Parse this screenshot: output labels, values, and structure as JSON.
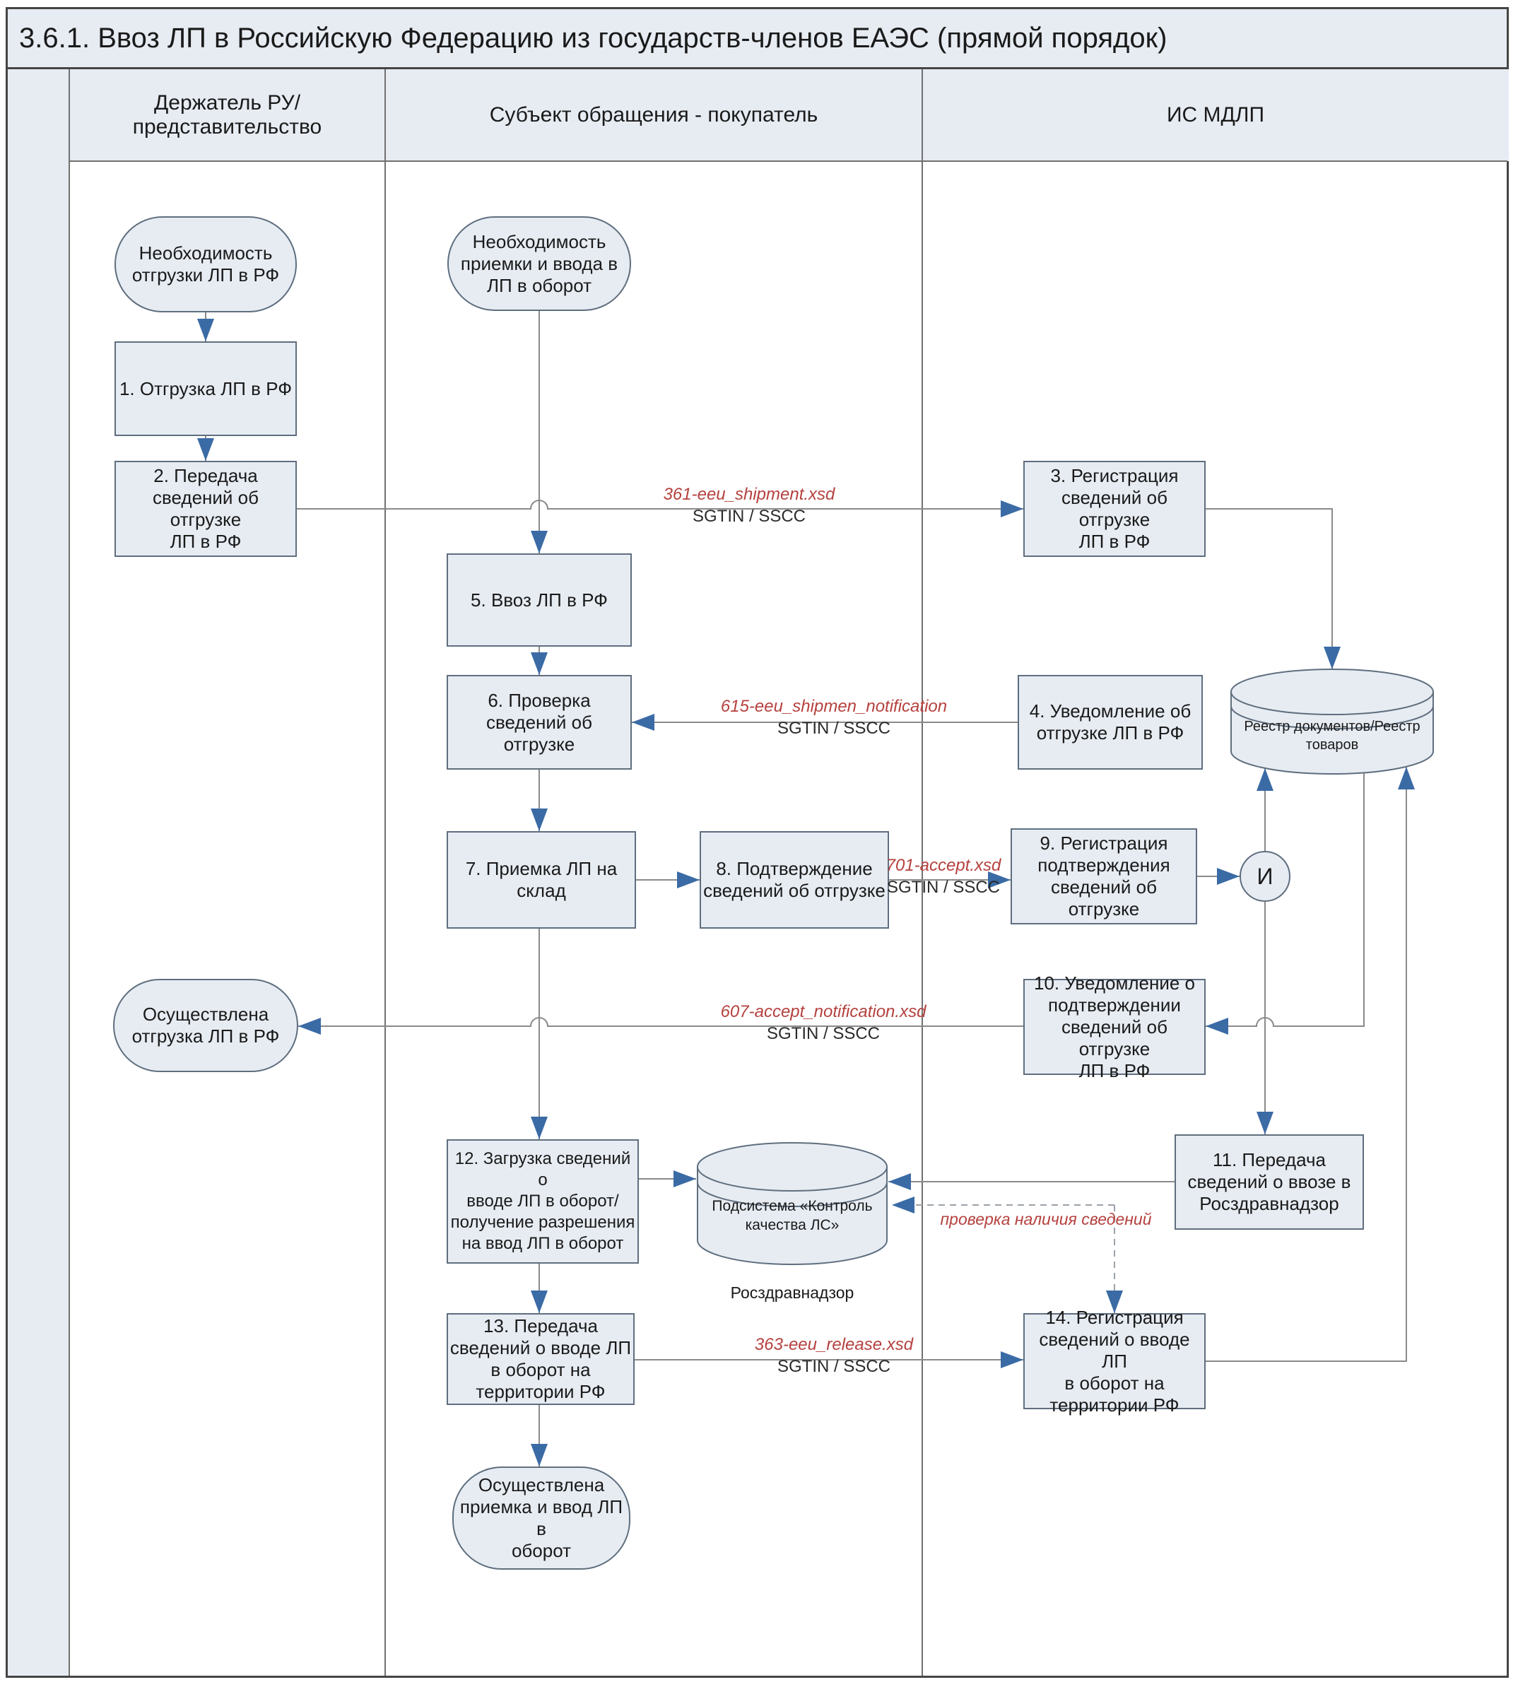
{
  "title": "3.6.1. Ввоз ЛП в Российскую Федерацию из государств-членов ЕАЭС (прямой порядок)",
  "lanes": [
    {
      "label": "Держатель РУ/\nпредставительство"
    },
    {
      "label": "Субъект обращения - покупатель"
    },
    {
      "label": "ИС МДЛП"
    }
  ],
  "nodes": {
    "start_shipping_need": {
      "label": "Необходимость\nотгрузки ЛП в РФ"
    },
    "task1": {
      "label": "1. Отгрузка ЛП в РФ"
    },
    "task2": {
      "label": "2. Передача\nсведений об отгрузке\nЛП в РФ"
    },
    "end_shipping_done": {
      "label": "Осуществлена\nотгрузка ЛП в РФ"
    },
    "start_accept_need": {
      "label": "Необходимость\nприемки и ввода в\nЛП в оборот"
    },
    "task5": {
      "label": "5. Ввоз ЛП в РФ"
    },
    "task6": {
      "label": "6. Проверка\nсведений об отгрузке"
    },
    "task7": {
      "label": "7. Приемка ЛП на\nсклад"
    },
    "task8": {
      "label": "8. Подтверждение\nсведений об отгрузке"
    },
    "task12": {
      "label": "12. Загрузка сведений о\nвводе ЛП в оборот/\nполучение разрешения\nна ввод ЛП в оборот"
    },
    "task13": {
      "label": "13. Передача\nсведений о вводе ЛП\nв оборот на\nтерритории РФ"
    },
    "end_accept_done": {
      "label": "Осуществлена\nприемка и ввод ЛП в\nоборот"
    },
    "kk_subsystem": {
      "label": "Подсистема «Контроль\nкачества ЛС»",
      "caption": "Росздравнадзор"
    },
    "task3": {
      "label": "3. Регистрация\nсведений об отгрузке\nЛП в РФ"
    },
    "task4": {
      "label": "4. Уведомление об\nотгрузке ЛП в РФ"
    },
    "registry": {
      "label": "Реестр документов/Реестр\nтоваров"
    },
    "task9": {
      "label": "9. Регистрация\nподтверждения\nсведений об отгрузке"
    },
    "and_gate": {
      "label": "И"
    },
    "task10": {
      "label": "10. Уведомление о\nподтверждении\nсведений об отгрузке\nЛП в РФ"
    },
    "task11": {
      "label": "11. Передача\nсведений о ввозе в\nРосздравнадзор"
    },
    "task14": {
      "label": "14. Регистрация\nсведений о вводе ЛП\nв оборот на\nтерритории РФ"
    }
  },
  "edges": {
    "e361": {
      "file": "361-eeu_shipment.xsd",
      "codes": "SGTIN / SSCC"
    },
    "e615": {
      "file": "615-eeu_shipmen_notification",
      "codes": "SGTIN / SSCC"
    },
    "e701": {
      "file": "701-accept.xsd",
      "codes": "SGTIN / SSCC"
    },
    "e607": {
      "file": "607-accept_notification.xsd",
      "codes": "SGTIN / SSCC"
    },
    "e363": {
      "file": "363-eeu_release.xsd",
      "codes": "SGTIN / SSCC"
    },
    "check": {
      "label": "проверка наличия сведений"
    }
  },
  "colors": {
    "node_fill": "#e7ecf3",
    "node_border": "#5f6e7e",
    "line": "#8a8a8a",
    "arrow": "#3b6ba5",
    "label_red": "#b5413e"
  }
}
